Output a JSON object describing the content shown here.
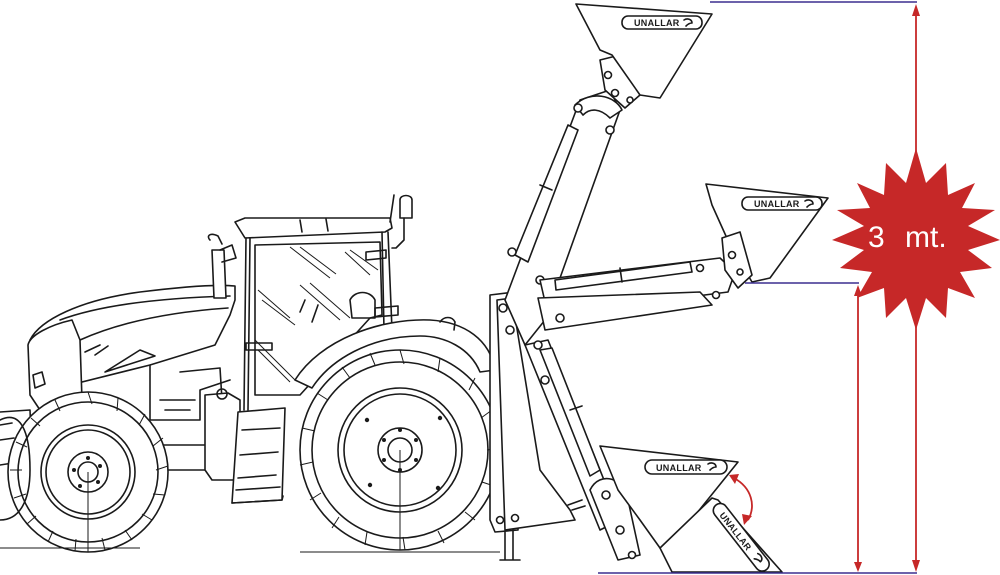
{
  "diagram": {
    "subject": "Tractor with front loader — lift height diagram",
    "brand_label": "UNALLAR",
    "bucket_positions": [
      {
        "name": "top",
        "label": "UNALLAR"
      },
      {
        "name": "middle",
        "label": "UNALLAR"
      },
      {
        "name": "ground",
        "label": "UNALLAR"
      },
      {
        "name": "ground-tilted",
        "label": "UNALLAR"
      }
    ],
    "height_badge": {
      "value": "3",
      "unit": "mt.",
      "color": "#c62828",
      "text_color": "#ffffff"
    },
    "colors": {
      "reference_lines": "#3b2f8f",
      "dimension_arrows": "#c62828",
      "line_art": "#1a1a1a"
    }
  }
}
